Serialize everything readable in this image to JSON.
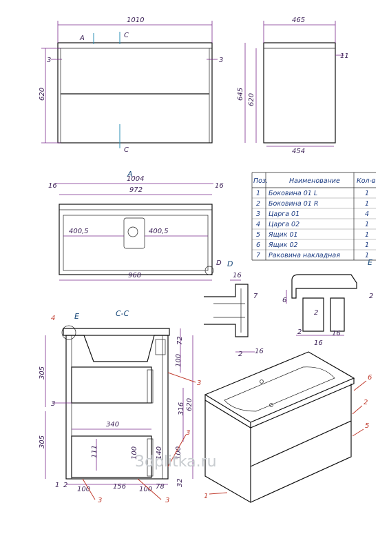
{
  "front_view": {
    "width": "1010",
    "height": "620",
    "left_offset": "3",
    "right_offset": "3",
    "section_a": "A",
    "section_c_top": "C",
    "section_c_bottom": "C"
  },
  "side_view": {
    "depth_top": "465",
    "depth_bottom": "454",
    "height_total": "645",
    "height_body": "620",
    "overhang": "11"
  },
  "view_a": {
    "title": "A",
    "outer": "1004",
    "inner": "972",
    "bottom": "968",
    "left_gap": "16",
    "right_gap": "16",
    "left_half": "400,5",
    "right_half": "400,5",
    "detail_d": "D"
  },
  "parts_table": {
    "headers": [
      "Поз.",
      "Наименование",
      "Кол-в"
    ],
    "rows": [
      [
        "1",
        "Боковина 01 L",
        "1"
      ],
      [
        "2",
        "Боковина 01 R",
        "1"
      ],
      [
        "3",
        "Царга 01",
        "4"
      ],
      [
        "4",
        "Царга 02",
        "1"
      ],
      [
        "5",
        "Ящик 01",
        "1"
      ],
      [
        "6",
        "Ящик 02",
        "1"
      ],
      [
        "7",
        "Раковина накладная",
        "1"
      ]
    ]
  },
  "detail_d": {
    "title": "D",
    "d16_top": "16",
    "d7": "7",
    "d2": "2",
    "d16_bottom": "16"
  },
  "detail_e": {
    "title": "E",
    "d6": "6",
    "d2_right": "2",
    "d2_mid": "2",
    "d2_left": "2",
    "d16_a": "16",
    "d16_b": "16"
  },
  "section_cc": {
    "title": "C-C",
    "callout_e": "E",
    "pos4": "4",
    "d305_top": "305",
    "d305_bottom": "305",
    "d3_left": "3",
    "d72": "72",
    "d100_upper": "100",
    "d316": "316",
    "d620": "620",
    "d340": "340",
    "d111": "111",
    "d100_lower": "100",
    "d140": "140",
    "d100_right": "100",
    "d32": "32",
    "d1": "1",
    "d2": "2",
    "bottom_100_left": "100",
    "bottom_156": "156",
    "bottom_100_right": "100",
    "bottom_78": "78",
    "pos3_a": "3",
    "pos3_b": "3",
    "pos3_c": "3",
    "pos3_d": "3"
  },
  "iso_view": {
    "pos1": "1",
    "pos2": "2",
    "pos5": "5",
    "pos6": "6"
  },
  "watermark": "3dplitka.ru"
}
